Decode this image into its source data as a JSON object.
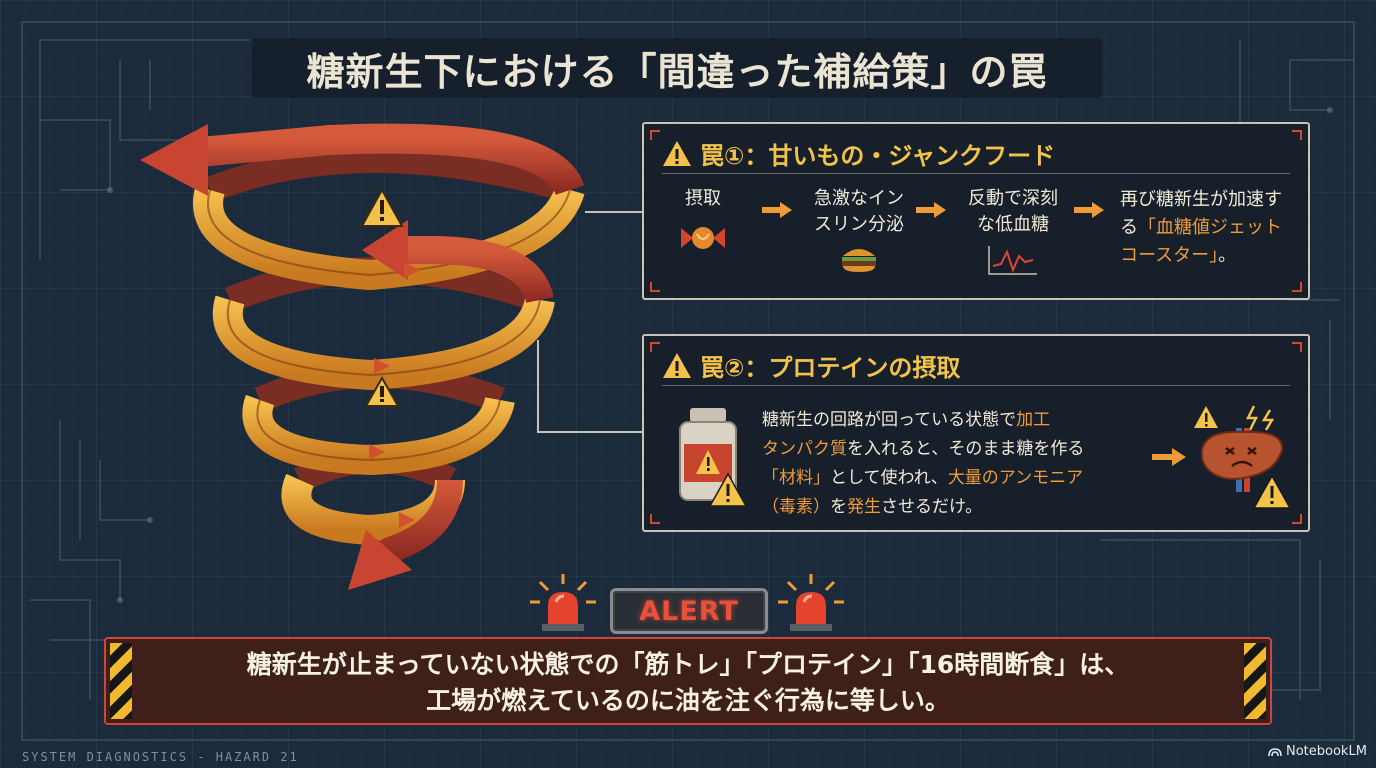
{
  "title": "糖新生下における「間違った補給策」の罠",
  "trap1": {
    "heading": "罠①：甘いもの・ジャンクフード",
    "steps": [
      {
        "label_lines": [
          "摂取"
        ],
        "icon": "candy-icon"
      },
      {
        "label_lines": [
          "急激なイン",
          "スリン分泌"
        ],
        "icon": "burger-icon"
      },
      {
        "label_lines": [
          "反動で深刻",
          "な低血糖"
        ],
        "icon": "pulse-chart-icon"
      }
    ],
    "result": {
      "line1": "再び糖新生が加速す",
      "line2_pre": "る",
      "line2_hl": "「血糖値ジェット",
      "line3_hl": "コースター」",
      "line3_post": "。"
    }
  },
  "trap2": {
    "heading": "罠②：プロテインの摂取",
    "text": {
      "l1_pre": "糖新生の回路が回っている状態で",
      "l1_hl": "加工",
      "l2_hl": "タンパク質",
      "l2_post": "を入れると、そのまま糖を作る",
      "l3_hl1": "「材料」",
      "l3_mid": "として使われ、",
      "l3_hl2": "大量のアンモニア",
      "l4_hl1": "（毒素）",
      "l4_mid": "を",
      "l4_hl2": "発生",
      "l4_post": "させるだけ。"
    },
    "icons": [
      "protein-bottle-icon",
      "warning-icon",
      "damaged-liver-icon"
    ]
  },
  "alert_label": "ALERT",
  "banner": {
    "line1": "糖新生が止まっていない状態での「筋トレ」「プロテイン」「16時間断食」は、",
    "line2": "工場が燃えているのに油を注ぐ行為に等しい。"
  },
  "footer_code": "SYSTEM DIAGNOSTICS - HAZARD 21",
  "brand": "NotebookLM",
  "colors": {
    "background": "#1c2b3c",
    "accent_yellow": "#f3c24a",
    "accent_orange": "#f09b3a",
    "alert_red": "#d0453a",
    "banner_bg": "#3e1f1a"
  }
}
